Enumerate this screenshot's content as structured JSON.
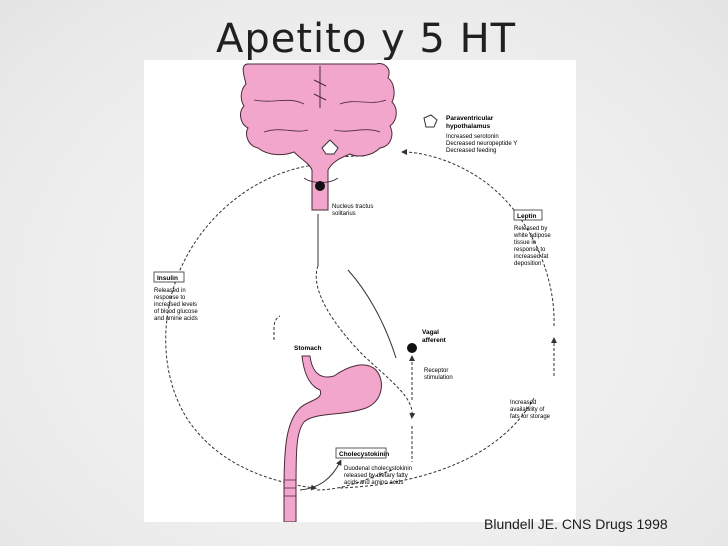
{
  "slide": {
    "title": "Apetito y 5 HT",
    "citation": "Blundell JE. CNS Drugs 1998"
  },
  "diagram": {
    "pvn_label_1": "Paraventricular",
    "pvn_label_2": "hypothalamus",
    "pvn_effect_1": "Increased serotonin",
    "pvn_effect_2": "Decreased neuropeptide Y",
    "pvn_effect_3": "Decreased feeding",
    "nts_label_1": "Nucleus tractus",
    "nts_label_2": "solitarius",
    "leptin_box": "Leptin",
    "leptin_desc": [
      "Released by",
      "white adipose",
      "tissue in",
      "response to",
      "increased fat",
      "deposition"
    ],
    "insulin_box": "Insulin",
    "insulin_desc": [
      "Released in",
      "response to",
      "increased levels",
      "of blood glucose",
      "and amine acids"
    ],
    "vagal_1": "Vagal",
    "vagal_2": "afferent",
    "stomach": "Stomach",
    "receptor_1": "Receptor",
    "receptor_2": "stimulation",
    "fat_storage": [
      "Increased",
      "availability of",
      "fats for storage"
    ],
    "cck_box": "Cholecystokinin",
    "cck_desc": [
      "Duodenal cholecystokinin",
      "released by dietary fatty",
      "acids and amino acids"
    ]
  },
  "colors": {
    "organ_fill": "#f3a6cc",
    "organ_stroke": "#4a2a3a",
    "line": "#333333"
  }
}
